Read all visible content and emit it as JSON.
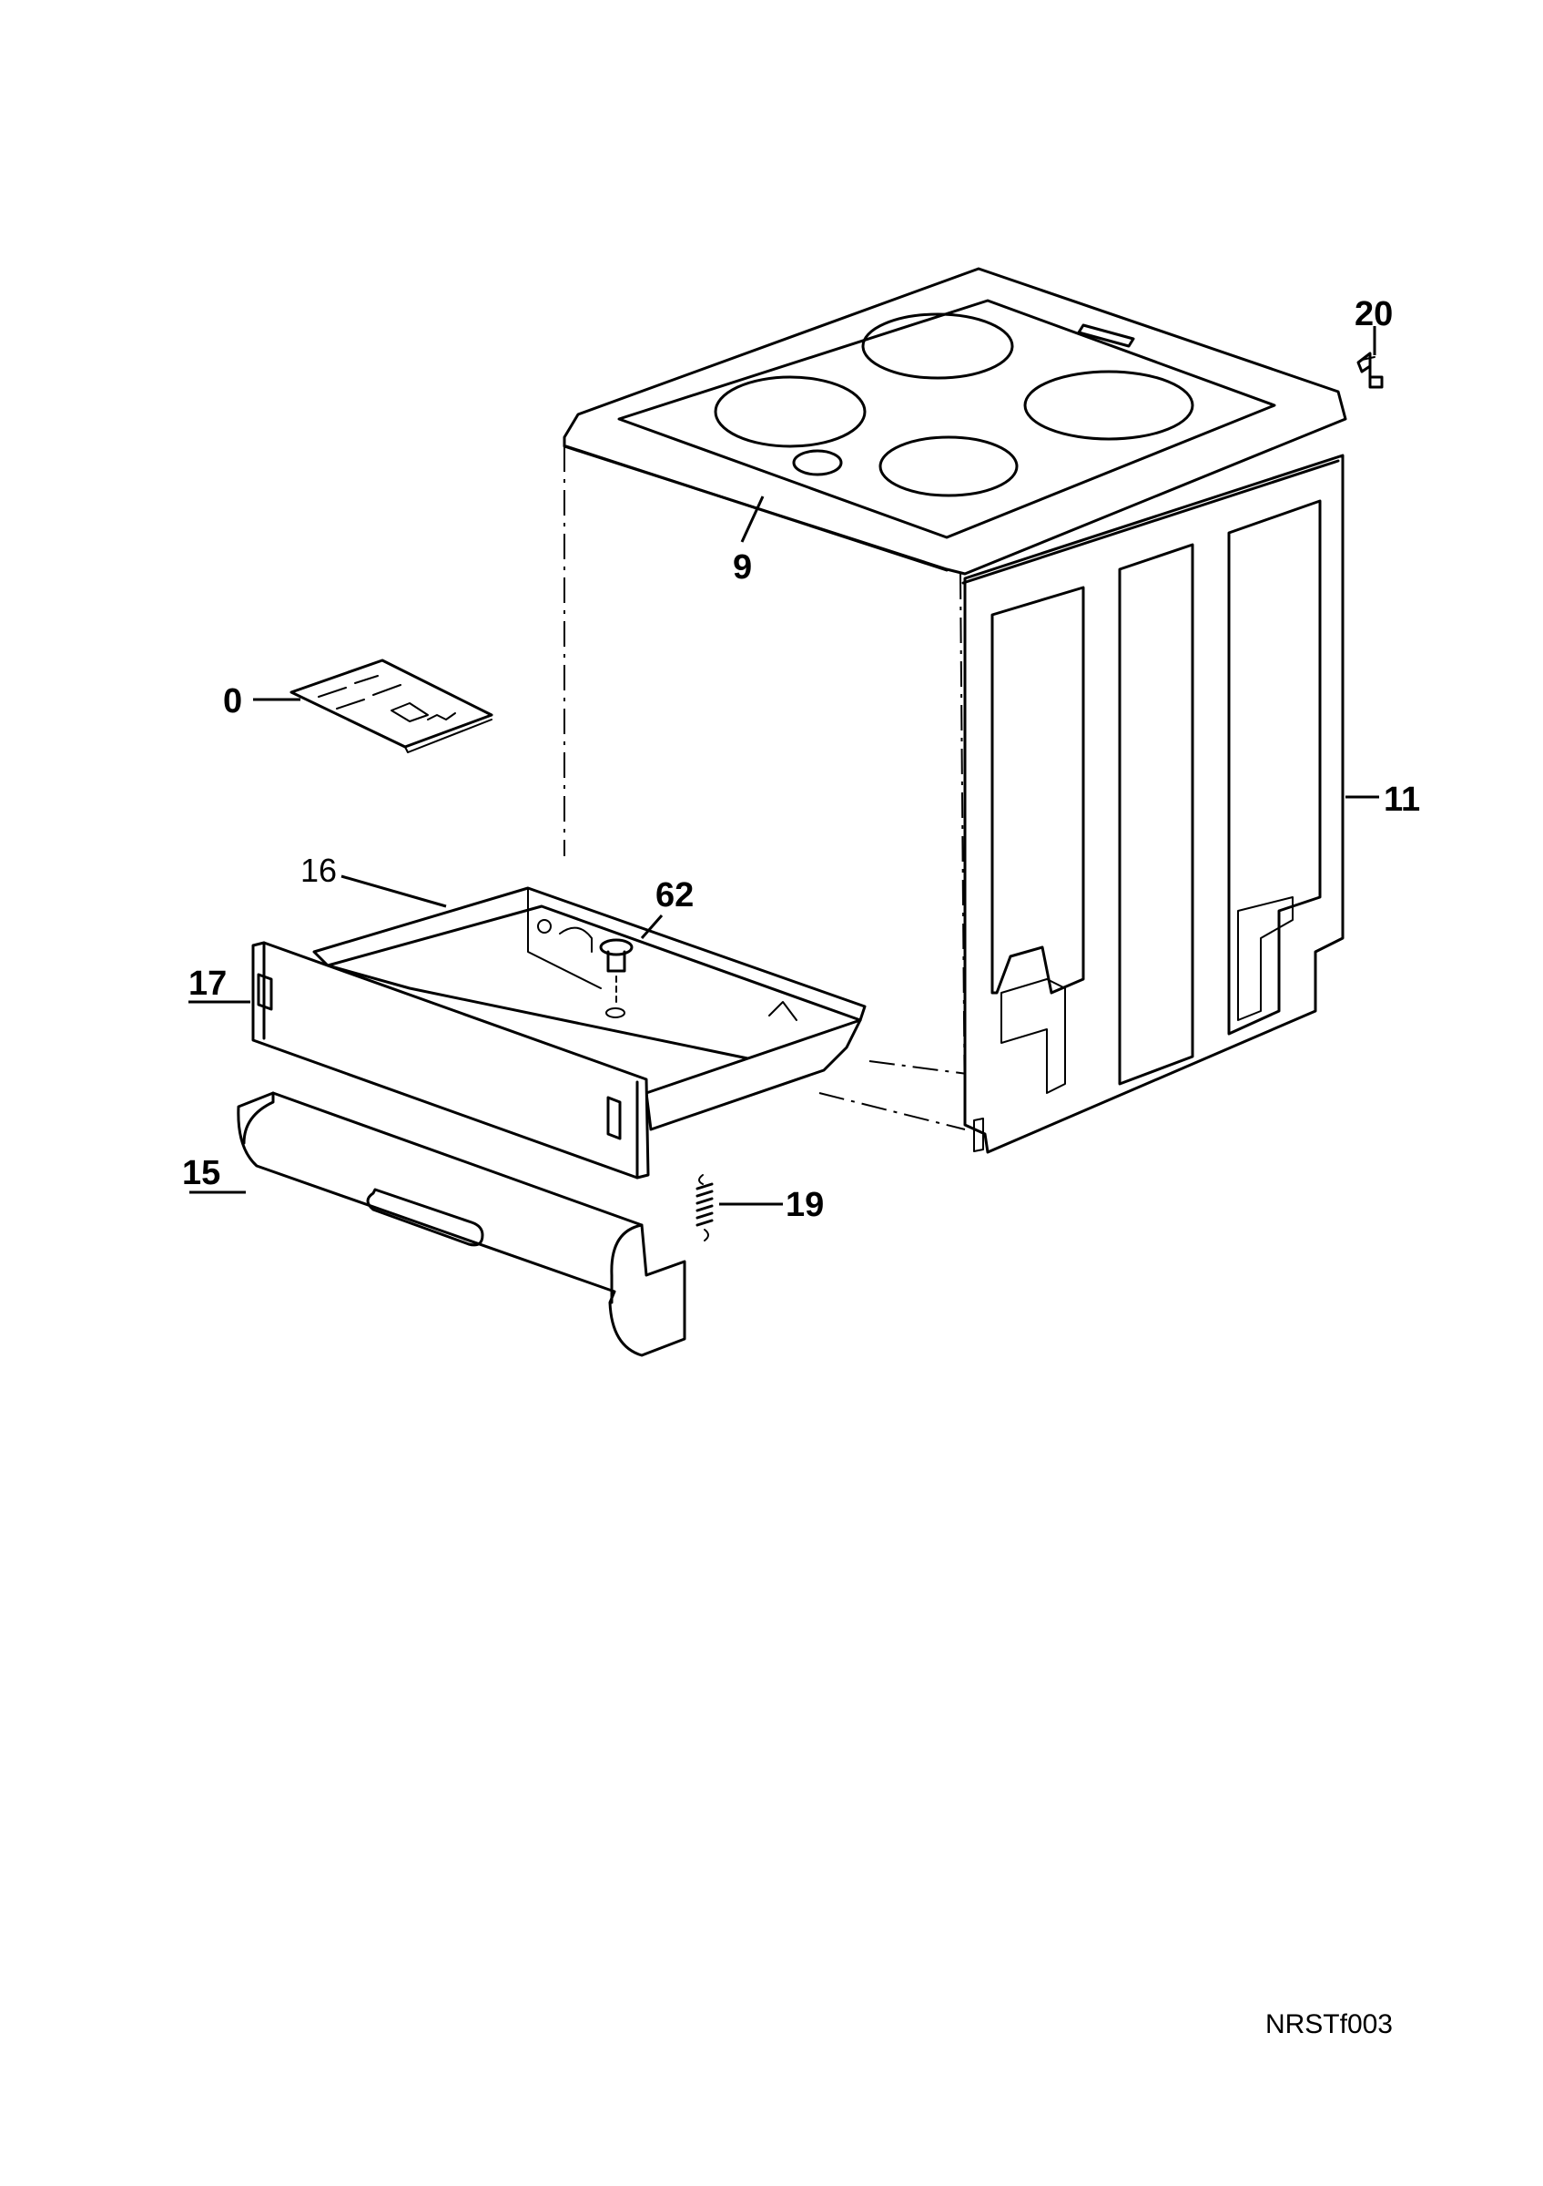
{
  "callouts": {
    "p0": "0",
    "p9": "9",
    "p11": "11",
    "p15": "15",
    "p16": "16",
    "p17": "17",
    "p19": "19",
    "p20": "20",
    "p62": "62"
  },
  "drawing_code": "NRSTf003"
}
